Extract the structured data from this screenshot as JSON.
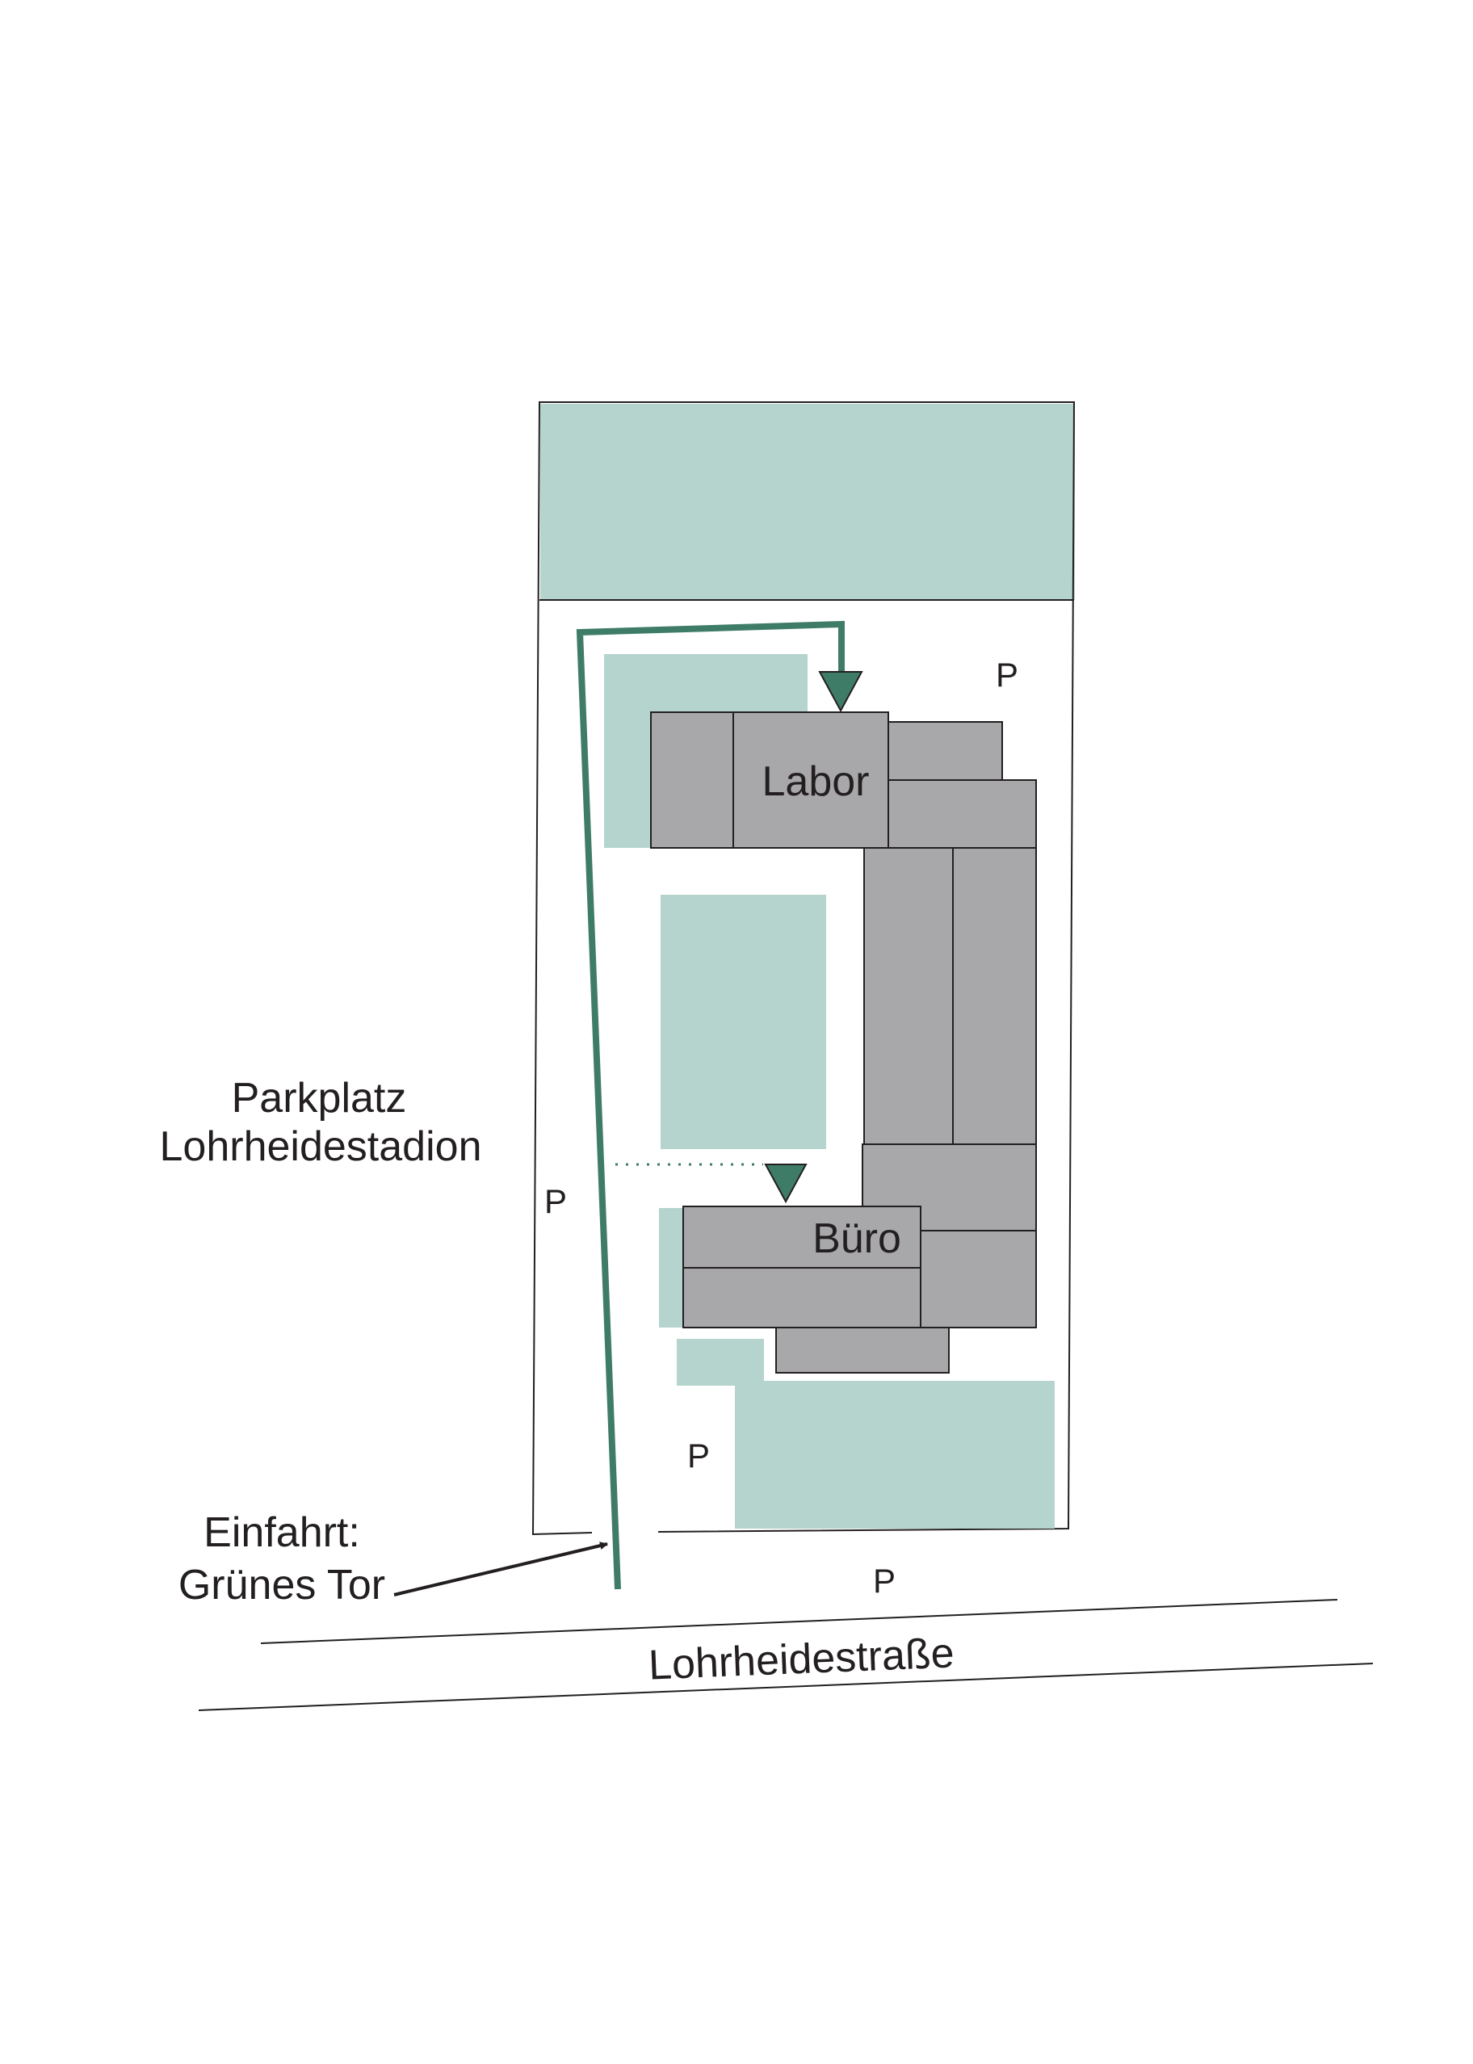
{
  "colors": {
    "green_area": "#b4d4cd",
    "building": "#a8a7a9",
    "route": "#3f7c68",
    "line": "#231f20"
  },
  "labels": {
    "labor": "Labor",
    "buero": "Büro",
    "parking_stadium_line1": "Parkplatz",
    "parking_stadium_line2": "Lohrheidestadion",
    "entrance_line1": "Einfahrt:",
    "entrance_line2": "Grünes Tor",
    "street": "Lohrheidestraße",
    "parking_marker": "P"
  }
}
